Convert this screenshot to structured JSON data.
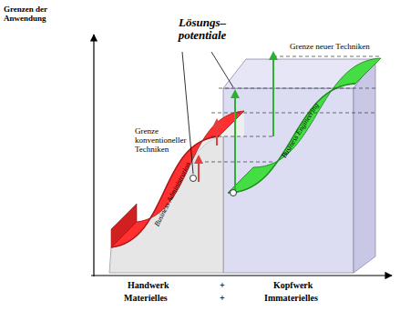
{
  "diagram": {
    "labels": [
      "Grenzen der Anwendung",
      "Lösungs– potentiale",
      "Grenze neuer Techniken",
      "Grenze konventioneller Techniken",
      "Business Administration",
      "Business Engineering",
      "Handwerk",
      "+",
      "Kopfwerk",
      "Materielles",
      "+",
      "Immaterielles"
    ]
  }
}
